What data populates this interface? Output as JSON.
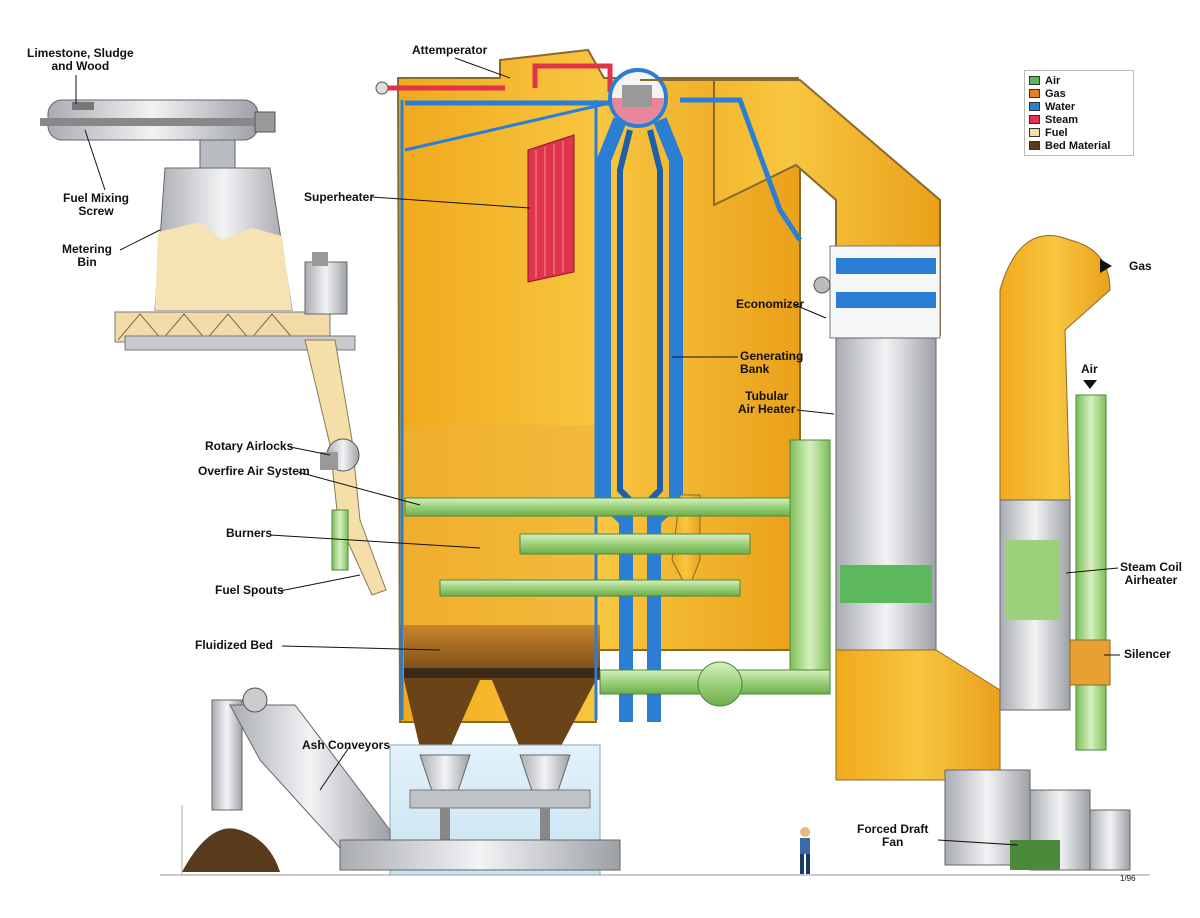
{
  "labels": {
    "limestone": "Limestone, Sludge\nand Wood",
    "fuel_mixing_screw": "Fuel Mixing\nScrew",
    "metering_bin": "Metering\nBin",
    "rotary_airlocks": "Rotary Airlocks",
    "overfire_air": "Overfire Air System",
    "burners": "Burners",
    "fuel_spouts": "Fuel Spouts",
    "fluidized_bed": "Fluidized Bed",
    "ash_conveyors": "Ash Conveyors",
    "attemperator": "Attemperator",
    "superheater": "Superheater",
    "economizer": "Economizer",
    "generating_bank": "Generating\nBank",
    "tubular_air_heater": "Tubular\nAir Heater",
    "gas_out": "Gas",
    "air_in": "Air",
    "steam_coil": "Steam Coil\nAirheater",
    "silencer": "Silencer",
    "forced_draft_fan": "Forced Draft\nFan"
  },
  "legend": [
    {
      "label": "Air",
      "color": "#5cb85a"
    },
    {
      "label": "Gas",
      "color": "#e67e22"
    },
    {
      "label": "Water",
      "color": "#2a7fd4"
    },
    {
      "label": "Steam",
      "color": "#e0344b"
    },
    {
      "label": "Fuel",
      "color": "#f6dfa9"
    },
    {
      "label": "Bed Material",
      "color": "#5a3a1c"
    }
  ],
  "version": "1/96"
}
